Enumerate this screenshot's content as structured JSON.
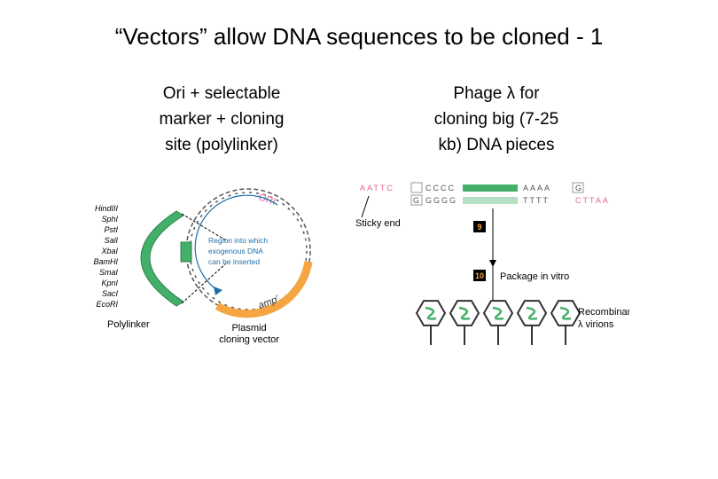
{
  "title": "“Vectors” allow DNA sequences to be cloned - 1",
  "left_column": {
    "lines": [
      "Ori + selectable",
      "marker + cloning",
      "site (polylinker)"
    ]
  },
  "right_column": {
    "lines": [
      "Phage λ for",
      "cloning big (7-25",
      "kb) DNA pieces"
    ]
  },
  "plasmid_figure": {
    "restriction_sites": [
      "HindIII",
      "SphI",
      "PstI",
      "SalI",
      "XbaI",
      "BamHI",
      "SmaI",
      "KpnI",
      "SacI",
      "EcoRI"
    ],
    "polylinker_label": "Polylinker",
    "ori_label": "ORI",
    "amp_label": "amp",
    "amp_superscript": "r",
    "region_lines": [
      "Region into which",
      "exogenous DNA",
      "can  be inserted"
    ],
    "plasmid_lines": [
      "Plasmid",
      "cloning vector"
    ]
  },
  "phage_figure": {
    "top_strand_left": "AATTC",
    "top_strand_mid": "CCCC",
    "top_strand_right": "AAAA",
    "top_strand_end": "G",
    "bottom_strand_left": "G",
    "bottom_strand_mid": "GGGG",
    "bottom_strand_right": "TTTT",
    "bottom_strand_end": "CTTAA",
    "sticky_end_label": "Sticky end",
    "step_9": "9",
    "step_10": "10",
    "package_label": "Package in vitro",
    "recombinant_lines": [
      "Recombinant",
      "λ virions"
    ]
  },
  "colors": {
    "green": "#43b06a",
    "orange": "#f5a542",
    "blue": "#1e6fa8",
    "pink_text": "#e0679a",
    "teal_text": "#2a9a8a"
  }
}
